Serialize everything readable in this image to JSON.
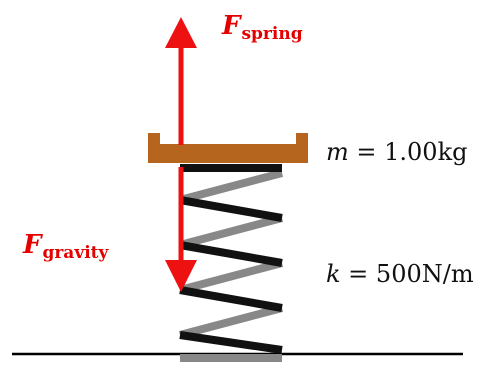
{
  "diagram": {
    "force_spring": {
      "symbol": "F",
      "subscript": "spring",
      "direction": "up"
    },
    "force_gravity": {
      "symbol": "F",
      "subscript": "gravity",
      "direction": "down"
    },
    "mass": {
      "symbol": "m",
      "equals": " = ",
      "value": "1.00kg"
    },
    "spring_constant": {
      "symbol": "k",
      "equals": " = ",
      "value": "500N/m"
    }
  },
  "colors": {
    "force_arrow": "#ee1111",
    "platform": "#b5651d",
    "spring_front": "#111111",
    "spring_back": "#888888",
    "ground": "#000000"
  }
}
